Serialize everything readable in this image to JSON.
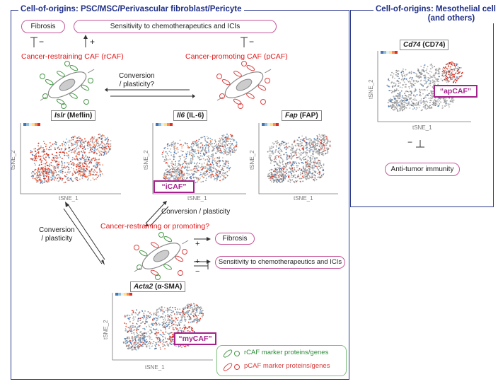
{
  "left_panel": {
    "title": "Cell-of-origins: PSC/MSC/Perivascular fibroblast/Pericyte"
  },
  "right_panel": {
    "title_line1": "Cell-of-origins: Mesothelial cell",
    "title_line2": "(and others)"
  },
  "top": {
    "fibrosis": "Fibrosis",
    "sensitivity": "Sensitivity to chemotherapeutics and ICIs",
    "inhib_sym": "⊥",
    "minus1": "−",
    "plus1": "+",
    "minus2": "−",
    "rcaf_label": "Cancer-restraining CAF (rCAF)",
    "pcaf_label": "Cancer-promoting CAF (pCAF)",
    "conversion_top": "Conversion\n/ plasticity?"
  },
  "plots": {
    "islr": {
      "gene": "Islr",
      "protein": "(Meflin)"
    },
    "il6": {
      "gene": "Il6",
      "protein": "(IL-6)"
    },
    "fap": {
      "gene": "Fap",
      "protein": "(FAP)"
    },
    "acta2": {
      "gene": "Acta2",
      "protein": "(α-SMA)"
    },
    "cd74": {
      "gene": "Cd74",
      "protein": "(CD74)"
    },
    "xlabel": "tSNE_1",
    "ylabel": "tSNE_2"
  },
  "clusters": {
    "icaf": "“iCAF”",
    "mycaf": "“myCAF”",
    "apcaf": "“apCAF”"
  },
  "middle": {
    "conversion_mid": "Conversion / plasticity",
    "conversion_left_1": "Conversion",
    "conversion_left_2": "/ plasticity",
    "restraining_or_promoting": "Cancer-restraining or promoting?",
    "fibrosis": "Fibrosis",
    "sensitivity": "Sensitivity to chemotherapeutics and ICIs",
    "plus_a": "+",
    "plus_b": "+",
    "minus_b": "−"
  },
  "right": {
    "anti_tumor": "Anti-tumor immunity",
    "minus": "−",
    "inhib": "⊥"
  },
  "legend": {
    "rcaf": "rCAF marker proteins/genes",
    "pcaf": "pCAF marker proteins/genes"
  },
  "colors": {
    "border": "#2b3a8c",
    "pill": "#c7559a",
    "red": "#e41a1c",
    "cluster": "#a4208a",
    "rcaf_green": "#2e8b3a",
    "pcaf_red": "#d43a3a"
  }
}
